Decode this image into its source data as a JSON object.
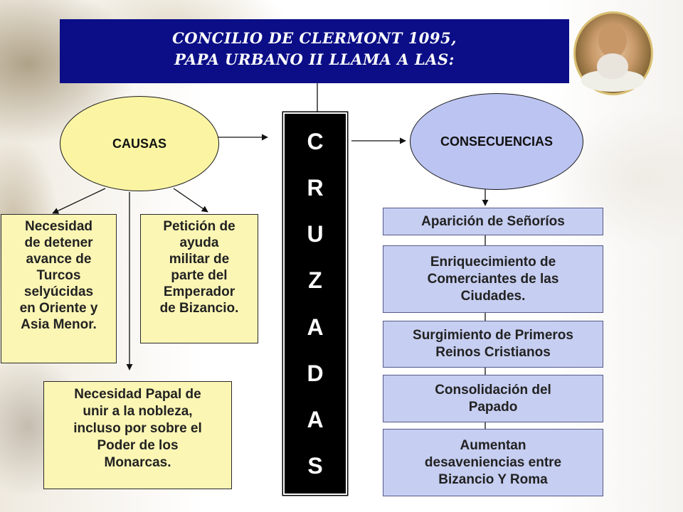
{
  "header": {
    "line1": "CONCILIO DE CLERMONT 1095,",
    "line2": "PAPA URBANO II LLAMA A LAS:"
  },
  "causas_label": "CAUSAS",
  "consecuencias_label": "CONSECUENCIAS",
  "center_letters": [
    "C",
    "R",
    "U",
    "Z",
    "A",
    "D",
    "A",
    "S"
  ],
  "causas": [
    {
      "lines": [
        "Necesidad",
        "de detener",
        "avance de",
        "Turcos",
        "selyúcidas",
        "en Oriente y",
        "Asia Menor."
      ]
    },
    {
      "lines": [
        "Petición de",
        "ayuda",
        "militar de",
        "parte del",
        "Emperador",
        "de Bizancio."
      ]
    },
    {
      "lines": [
        "Necesidad Papal  de",
        "unir a la nobleza,",
        "incluso por sobre el",
        "Poder de los",
        "Monarcas."
      ]
    }
  ],
  "consecuencias": [
    {
      "lines": [
        "Aparición de Señoríos"
      ]
    },
    {
      "lines": [
        "Enriquecimiento de",
        "Comerciantes de las",
        "Ciudades."
      ]
    },
    {
      "lines": [
        "Surgimiento de Primeros",
        "Reinos Cristianos"
      ]
    },
    {
      "lines": [
        "Consolidación del",
        "Papado"
      ]
    },
    {
      "lines": [
        "Aumentan",
        "desaveniencias entre",
        "Bizancio Y Roma"
      ]
    }
  ],
  "colors": {
    "header_bg": "#0b0e86",
    "causas_fill": "#fbf5a3",
    "consecuencias_fill": "#bcc4f2",
    "cause_box_fill": "#fbf6b4",
    "consequence_box_fill": "#c6cef1",
    "center_bar": "#000000"
  },
  "icons": {
    "pope_portrait": "pope-portrait-icon"
  }
}
